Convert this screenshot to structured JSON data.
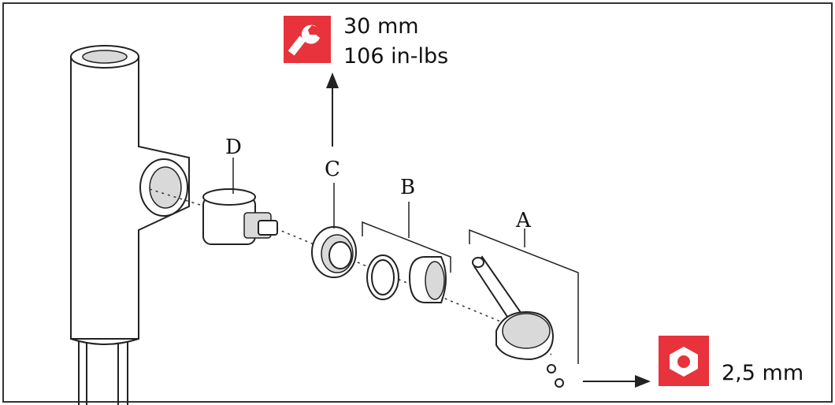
{
  "labels": {
    "a": "A",
    "b": "B",
    "c": "C",
    "d": "D"
  },
  "torque": {
    "icon": "wrench-icon",
    "value_mm": "30 mm",
    "value_inlbs": "106 in-lbs"
  },
  "hex_key": {
    "icon": "hex-nut-icon",
    "size": "2,5 mm"
  },
  "colors": {
    "accent": "#e8323c",
    "stroke": "#222222",
    "frame": "#333333"
  }
}
